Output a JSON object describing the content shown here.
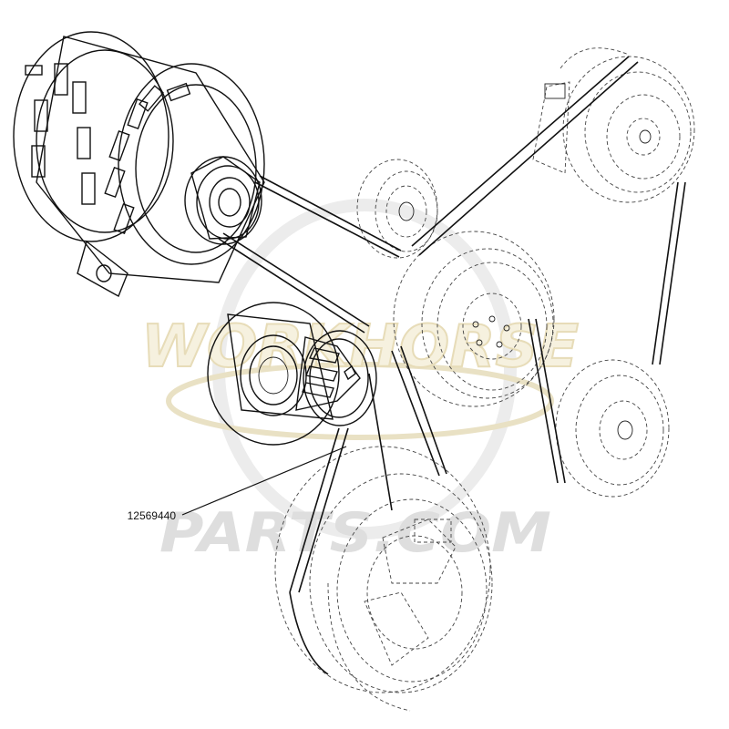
{
  "watermark": {
    "line1": "WORKHORSE",
    "line2": "PARTS.COM",
    "color_outline": "#e9e1c4",
    "color_fill": "#f6f1df",
    "color_grey": "#d9d9d9"
  },
  "callouts": [
    {
      "part_number": "12569440",
      "refers_to": "serpentine belt"
    }
  ],
  "components": [
    {
      "name": "alternator",
      "icon": "alternator-icon"
    },
    {
      "name": "belt-tensioner",
      "icon": "tensioner-icon"
    },
    {
      "name": "idler-pulley",
      "icon": "pulley-icon"
    },
    {
      "name": "power-steering-pulley",
      "icon": "pulley-icon"
    },
    {
      "name": "water-pump-pulley",
      "icon": "pulley-icon"
    },
    {
      "name": "lower-idler-pulley",
      "icon": "pulley-icon"
    },
    {
      "name": "crankshaft-balancer",
      "icon": "pulley-icon"
    },
    {
      "name": "serpentine-belt",
      "icon": "belt-icon"
    }
  ]
}
